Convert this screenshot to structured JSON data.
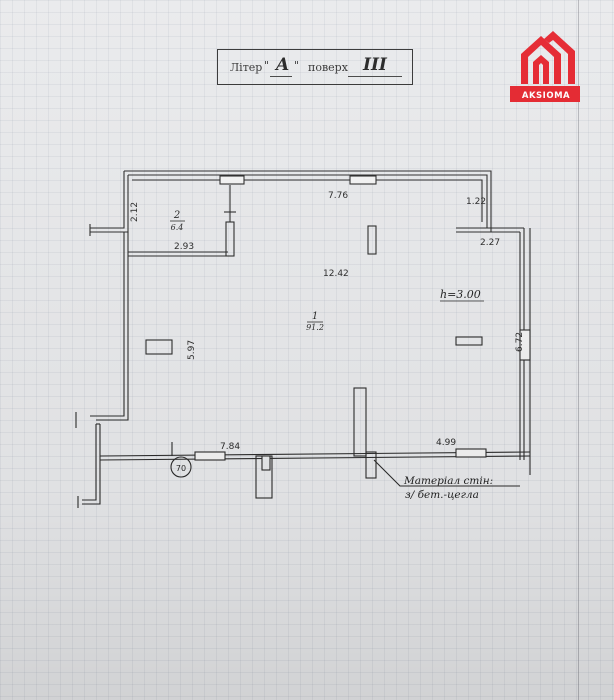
{
  "title_block": {
    "liter_label": "Літер",
    "liter_value": "A",
    "floor_label": "поверх",
    "floor_value": "III"
  },
  "brand": {
    "name": "AKSIOMA",
    "color": "#e5232c"
  },
  "plan": {
    "dimensions": {
      "top_wall": "7.76",
      "room2_height": "2.12",
      "right_notch_height": "1.22",
      "room2_width": "2.93",
      "right_notch_width": "2.27",
      "main_span": "12.42",
      "left_height": "5.97",
      "right_height": "6.72",
      "bottom_left": "7.84",
      "bottom_right": "4.99"
    },
    "room_small": {
      "number": "2",
      "area": "6.4"
    },
    "room_main": {
      "number": "1",
      "area": "91.2"
    },
    "ceiling_height": "h=3.00",
    "marker": "70",
    "material_line1": "Матеріал стін:",
    "material_line2": "з/ бет.-цегла"
  },
  "faint_text": "                   "
}
